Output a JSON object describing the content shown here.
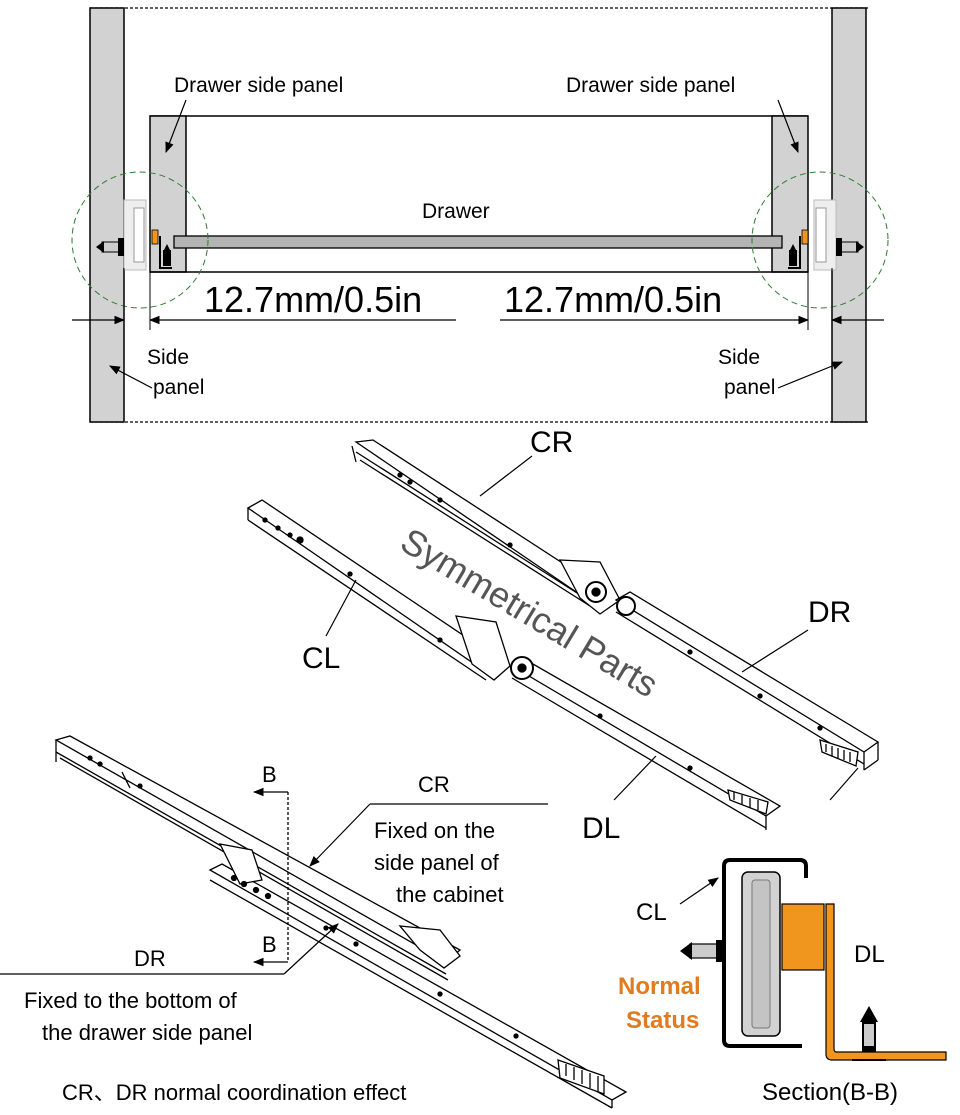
{
  "top_section": {
    "drawer_side_panel_left": "Drawer side panel",
    "drawer_side_panel_right": "Drawer side panel",
    "drawer": "Drawer",
    "gap_left": "12.7mm/0.5in",
    "gap_right": "12.7mm/0.5in",
    "side_panel_left_line1": "Side",
    "side_panel_left_line2": "panel",
    "side_panel_right_line1": "Side",
    "side_panel_right_line2": "panel"
  },
  "middle_section": {
    "cr": "CR",
    "cl": "CL",
    "dr": "DR",
    "dl": "DL",
    "watermark": "Symmetrical Parts"
  },
  "bottom_left": {
    "b_top": "B",
    "b_bottom": "B",
    "cr": "CR",
    "cr_note_line1": "Fixed on the",
    "cr_note_line2": "side panel of",
    "cr_note_line3": "the cabinet",
    "dr": "DR",
    "dr_note_line1": "Fixed to the bottom of",
    "dr_note_line2": "the drawer side panel",
    "caption": "CR、DR normal coordination effect"
  },
  "section_view": {
    "cl": "CL",
    "dl": "DL",
    "status_line1": "Normal",
    "status_line2": "Status",
    "caption": "Section(B-B)"
  },
  "colors": {
    "panel_gray": "#d2d2d2",
    "drawer_rail_gray": "#b4b4b4",
    "accent_orange": "#f0961e",
    "status_text": "#e07b20",
    "guide_green": "#2e7d32",
    "watermark_gray": "#555555"
  }
}
